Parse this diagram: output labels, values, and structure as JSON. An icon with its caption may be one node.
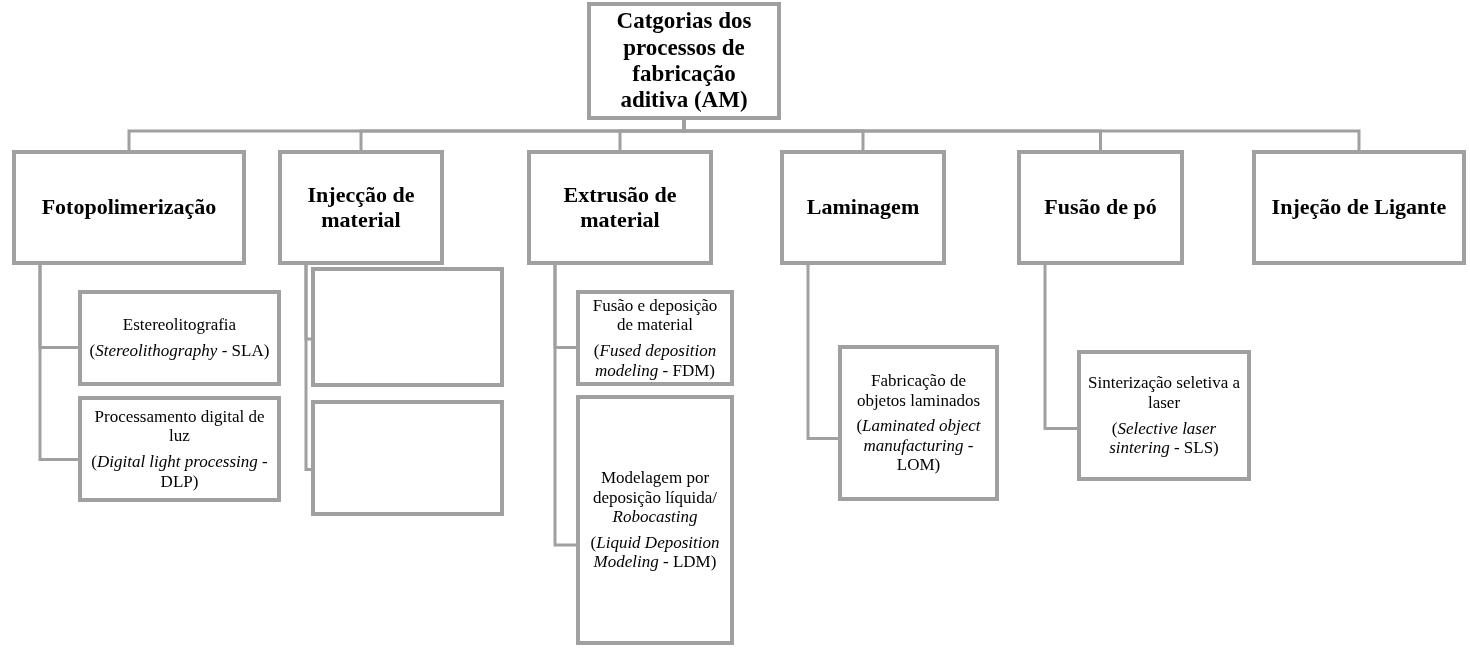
{
  "diagram": {
    "nodes": [
      {
        "text": [
          "Catgorias dos processos de fabricação aditiva (AM)"
        ]
      },
      {
        "text": [
          "Fotopolimerização"
        ]
      },
      {
        "text": [
          "Injecção de material"
        ]
      },
      {
        "text": [
          "Extrusão de material"
        ]
      },
      {
        "text": [
          "Laminagem"
        ]
      },
      {
        "text": [
          "Fusão de pó"
        ]
      },
      {
        "text": [
          "Injeção de Ligante"
        ]
      },
      {
        "text": [
          "Estereolitografia",
          "(*Stereolithography* - SLA)"
        ]
      },
      {
        "text": [
          "Processamento digital de luz",
          "(*Digital light processing* - DLP)"
        ]
      },
      {
        "text": [],
        "shape": "box"
      },
      {
        "text": [],
        "shape": "box"
      },
      {
        "text": [
          "Fusão e deposição de material",
          "(*Fused deposition modeling* - FDM)"
        ]
      },
      {
        "text": [
          "Modelagem por deposição líquida/ *Robocasting*",
          "(*Liquid Deposition Modeling* - LDM)"
        ]
      },
      {
        "text": [
          "Fabricação de objetos laminados",
          "(*Laminated object manufacturing* - LOM)"
        ]
      },
      {
        "text": [
          "Sinterização seletiva a laser",
          "(*Selective laser sintering* - SLS)"
        ]
      }
    ],
    "edges": [
      {
        "from": 0,
        "to": 1,
        "arrow": "none"
      },
      {
        "from": 0,
        "to": 2,
        "arrow": "none"
      },
      {
        "from": 0,
        "to": 3,
        "arrow": "none"
      },
      {
        "from": 0,
        "to": 4,
        "arrow": "none"
      },
      {
        "from": 0,
        "to": 5,
        "arrow": "none"
      },
      {
        "from": 0,
        "to": 6,
        "arrow": "none"
      },
      {
        "from": 1,
        "to": 7,
        "arrow": "none"
      },
      {
        "from": 1,
        "to": 8,
        "arrow": "none"
      },
      {
        "from": 2,
        "to": 9,
        "arrow": "none"
      },
      {
        "from": 2,
        "to": 10,
        "arrow": "none"
      },
      {
        "from": 3,
        "to": 11,
        "arrow": "none"
      },
      {
        "from": 3,
        "to": 12,
        "arrow": "none"
      },
      {
        "from": 4,
        "to": 13,
        "arrow": "none"
      },
      {
        "from": 5,
        "to": 14,
        "arrow": "none"
      }
    ]
  }
}
